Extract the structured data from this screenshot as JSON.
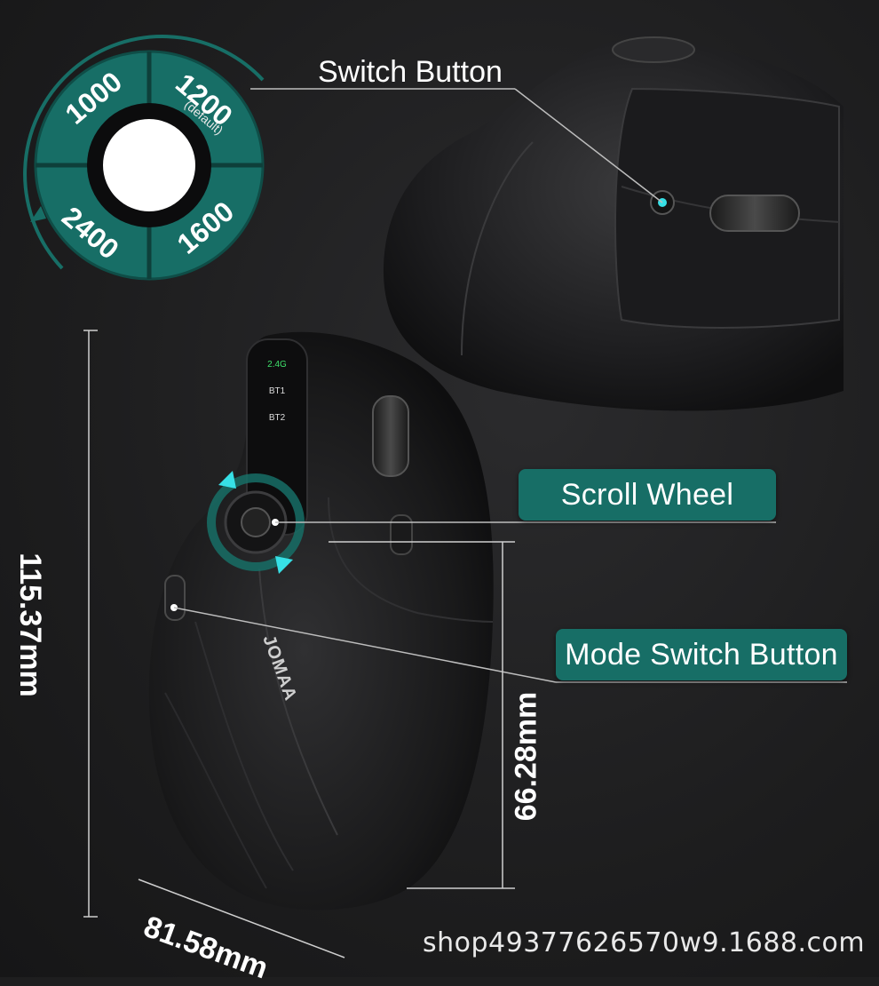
{
  "dpi_wheel": {
    "segments": [
      "1000",
      "1200",
      "2400",
      "1600"
    ],
    "default_note": "(default)"
  },
  "labels": {
    "switch_button": "Switch Button",
    "scroll_wheel": "Scroll  Wheel",
    "mode_switch_button": "Mode Switch Button"
  },
  "dimensions": {
    "height": "115.37mm",
    "side_height": "66.28mm",
    "width": "81.58mm"
  },
  "device": {
    "brand": "JOMAA",
    "indicators": [
      "2.4G",
      "BT1",
      "BT2"
    ]
  },
  "watermark": "shop49377626570w9.1688.com",
  "colors": {
    "accent": "#176e66",
    "led": "#37e0e6",
    "led_green": "#3ee06a"
  }
}
